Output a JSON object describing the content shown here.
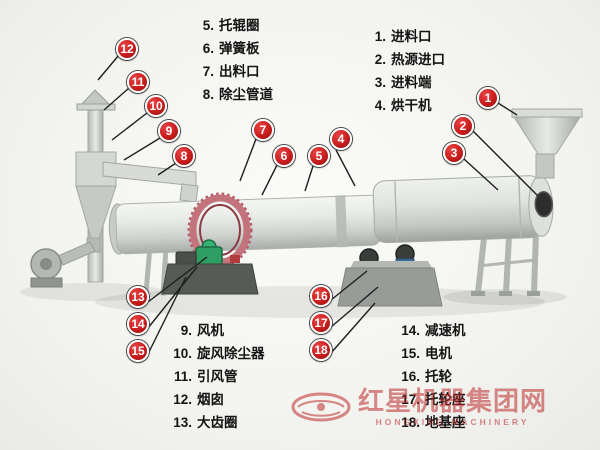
{
  "callouts": [
    "12",
    "11",
    "10",
    "9",
    "8",
    "7",
    "6",
    "5",
    "4",
    "1",
    "2",
    "3",
    "13",
    "14",
    "15",
    "16",
    "17",
    "18"
  ],
  "labels": {
    "top_left": [
      {
        "num": "5.",
        "text": "托辊圈"
      },
      {
        "num": "6.",
        "text": "弹簧板"
      },
      {
        "num": "7.",
        "text": "出料口"
      },
      {
        "num": "8.",
        "text": "除尘管道"
      }
    ],
    "top_right": [
      {
        "num": "1.",
        "text": "进料口"
      },
      {
        "num": "2.",
        "text": "热源进口"
      },
      {
        "num": "3.",
        "text": "进料端"
      },
      {
        "num": "4.",
        "text": "烘干机"
      }
    ],
    "bottom_left": [
      {
        "num": "9.",
        "text": "风机"
      },
      {
        "num": "10.",
        "text": "旋风除尘器"
      },
      {
        "num": "11.",
        "text": "引风管"
      },
      {
        "num": "12.",
        "text": "烟囱"
      },
      {
        "num": "13.",
        "text": "大齿圈"
      }
    ],
    "bottom_right": [
      {
        "num": "14.",
        "text": "减速机"
      },
      {
        "num": "15.",
        "text": "电机"
      },
      {
        "num": "16.",
        "text": "托轮"
      },
      {
        "num": "17.",
        "text": "托轮座"
      },
      {
        "num": "18.",
        "text": "地基座"
      }
    ]
  },
  "watermark": {
    "brand": "红星机器集团网",
    "sub": "HONGXING MACHINERY"
  },
  "colors": {
    "callout_red": "#c91d1d",
    "watermark_red": "#bc2a2a",
    "gear_ring": "#c2737c"
  }
}
